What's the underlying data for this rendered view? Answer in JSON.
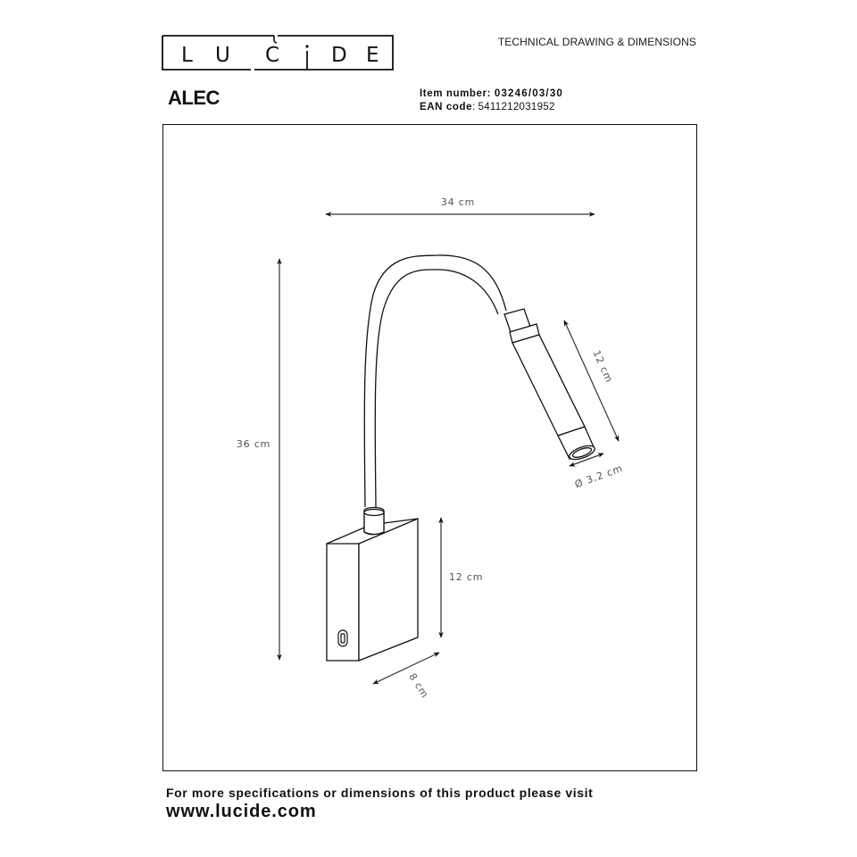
{
  "header": {
    "logo_letters": [
      "L",
      "U",
      "C",
      "I",
      "D",
      "E"
    ],
    "logo_text": "LUCIDE",
    "document_type": "TECHNICAL DRAWING & DIMENSIONS"
  },
  "product": {
    "name": "ALEC",
    "item_number_label": "Item number",
    "item_number": "03246/03/30",
    "ean_label": "EAN code",
    "ean_code": "5411212031952"
  },
  "drawing": {
    "subject": "Wall reading lamp with flexible arm and cylindrical head",
    "dimensions": {
      "total_width": "34 cm",
      "total_height": "36 cm",
      "head_length": "12 cm",
      "head_diameter": "Ø 3.2 cm",
      "base_height": "12 cm",
      "base_depth": "8 cm"
    },
    "colors": {
      "line": "#111111",
      "dimension_line": "#333333",
      "dimension_text": "#555555"
    }
  },
  "footer": {
    "text": "For more specifications or dimensions of this product please visit",
    "url": "www.lucide.com"
  }
}
